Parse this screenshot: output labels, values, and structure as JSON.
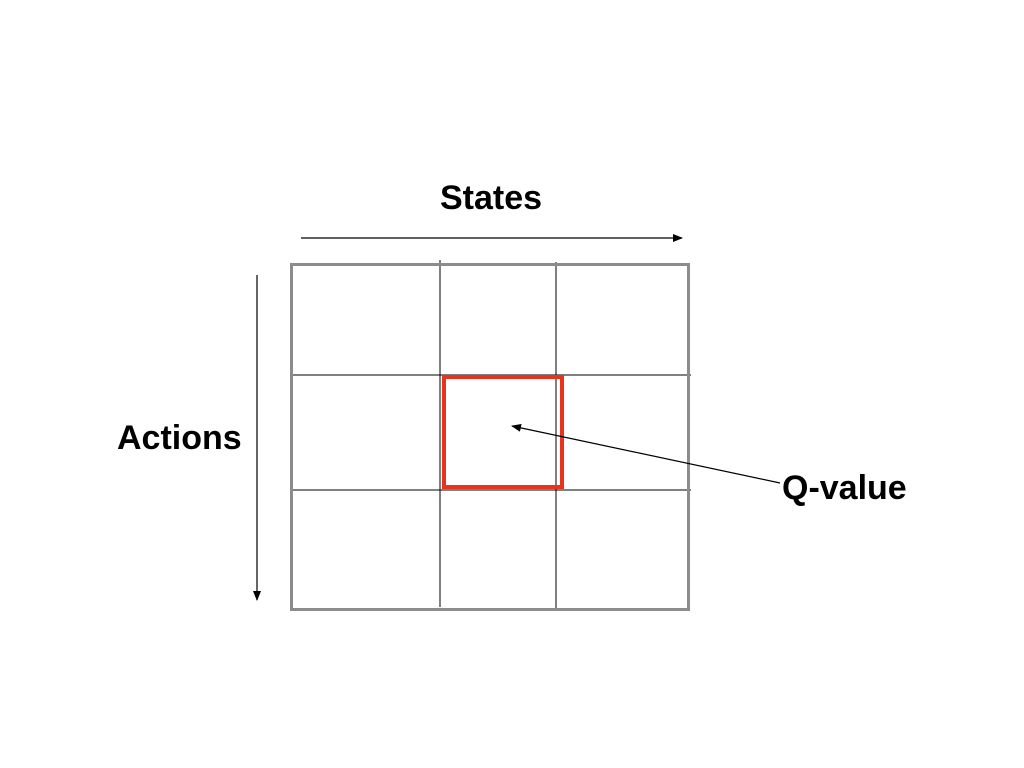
{
  "diagram": {
    "x_axis_label": "States",
    "y_axis_label": "Actions",
    "callout_label": "Q-value",
    "grid": {
      "rows": 3,
      "cols": 3
    },
    "highlighted_cell": {
      "row": 2,
      "col": 2
    },
    "colors": {
      "border": "#8c8c8c",
      "grid_lines": "#000000",
      "highlight": "#e8341c",
      "arrows": "#000000",
      "text": "#000000"
    }
  }
}
